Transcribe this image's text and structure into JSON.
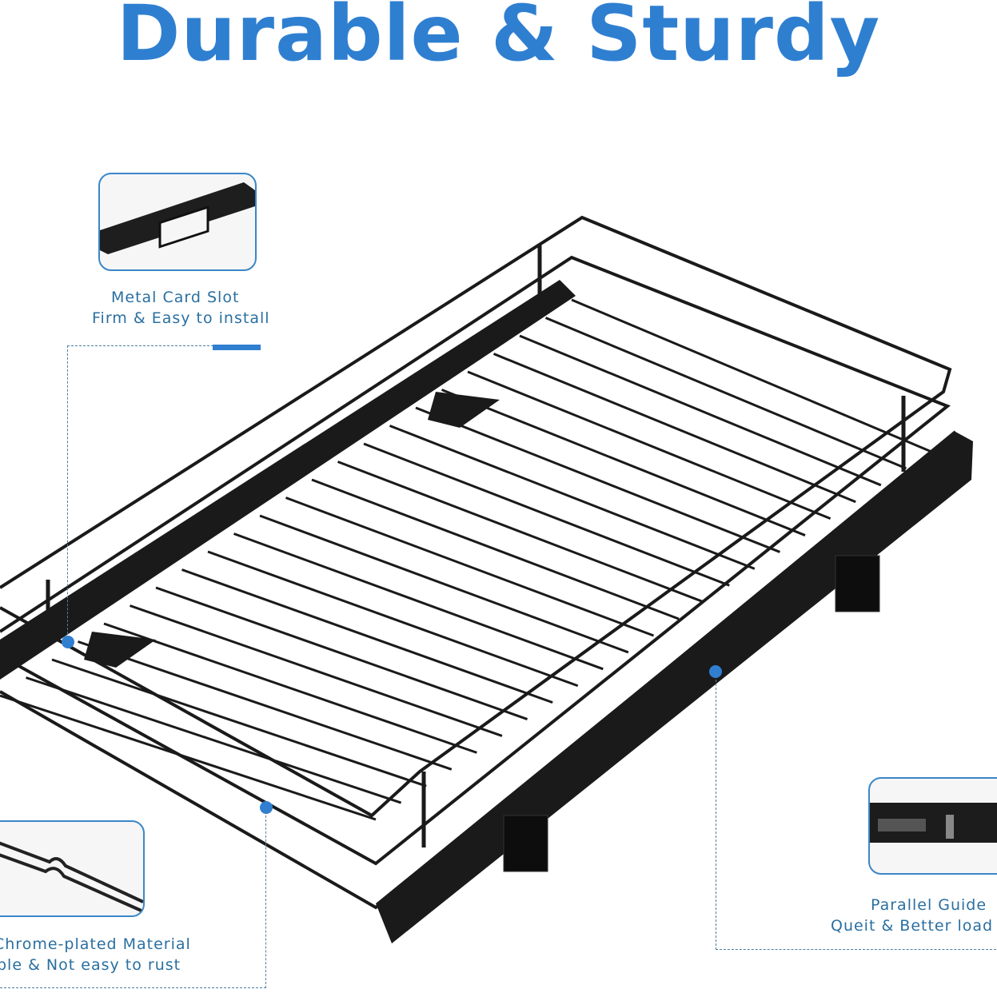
{
  "title": "Durable & Sturdy",
  "features": [
    {
      "line1": "Metal Card Slot",
      "line2": "Firm & Easy to install"
    },
    {
      "line1": "Chrome-plated Material",
      "line2": "ble & Not easy to rust"
    },
    {
      "line1": "Parallel Guide",
      "line2": "Queit & Better load"
    }
  ],
  "colors": {
    "accent": "#2f7fd1",
    "caption": "#2a6fa0",
    "metal": "#1a1a1a"
  }
}
